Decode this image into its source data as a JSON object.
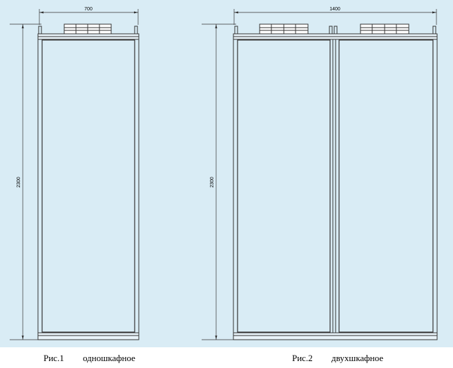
{
  "colors": {
    "background": "#d9ecf5",
    "line": "#333333",
    "dimension": "#000000"
  },
  "dimensions": {
    "single_width": "700",
    "single_height": "2300",
    "double_width": "1400",
    "double_height": "2300"
  },
  "captions": {
    "fig1_label": "Рис.1",
    "fig1_caption": "одношкафное",
    "fig2_label": "Рис.2",
    "fig2_caption": "двухшкафное"
  }
}
